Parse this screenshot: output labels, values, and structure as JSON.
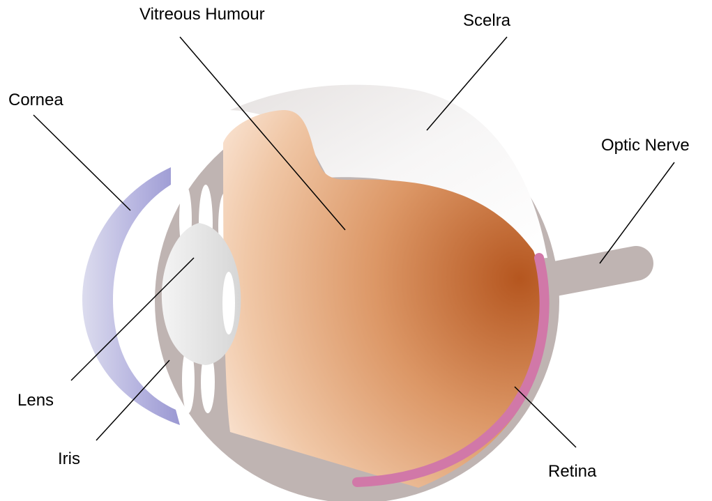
{
  "labels": {
    "vitreous_humour": "Vitreous Humour",
    "sclera": "Scelra",
    "cornea": "Cornea",
    "optic_nerve": "Optic Nerve",
    "lens": "Lens",
    "iris": "Iris",
    "retina": "Retina"
  },
  "colors": {
    "sclera_body": "#bfb4b2",
    "sclera_highlight": "#f3f1f1",
    "vitreous_light": "#fdeee3",
    "vitreous_mid": "#e7ad80",
    "vitreous_dark": "#b5561f",
    "cornea": "#a8a6d8",
    "lens": "#e2e2e2",
    "retina": "#d178a8",
    "ciliary_gap": "#ffffff"
  }
}
